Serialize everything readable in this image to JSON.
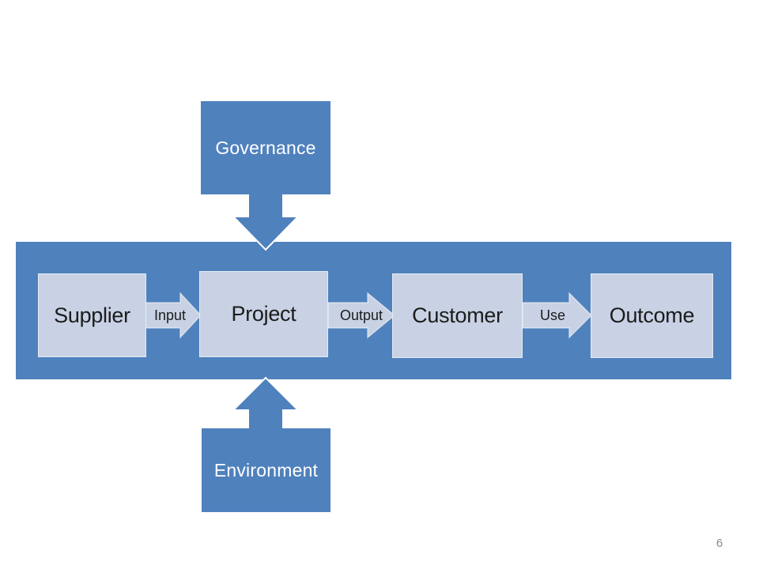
{
  "slide": {
    "page_number": "6"
  },
  "governance": {
    "label": "Governance"
  },
  "environment": {
    "label": "Environment"
  },
  "nodes": {
    "supplier": {
      "label": "Supplier"
    },
    "project": {
      "label": "Project"
    },
    "customer": {
      "label": "Customer"
    },
    "outcome": {
      "label": "Outcome"
    }
  },
  "connectors": {
    "input": {
      "label": "Input"
    },
    "output": {
      "label": "Output"
    },
    "use": {
      "label": "Use"
    }
  },
  "icons": {
    "governance_arrow": "down-arrow",
    "environment_arrow": "up-arrow",
    "input_arrow": "right-arrow",
    "output_arrow": "right-arrow",
    "use_arrow": "right-arrow"
  },
  "colors": {
    "band_blue": "#4f81bd",
    "node_fill": "#c8d2e4",
    "node_border": "rgba(255,255,255,0.55)",
    "dark_text": "#1c1c1c",
    "white_text": "#ffffff",
    "page_number_gray": "#8a8a8a",
    "background": "#ffffff"
  }
}
